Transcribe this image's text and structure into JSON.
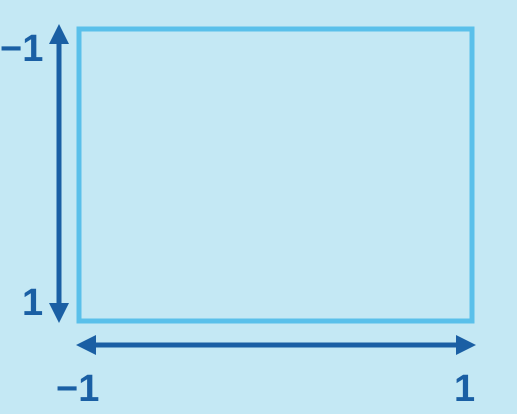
{
  "colors": {
    "background": "#c4e8f4",
    "rectangle_stroke": "#5ac0ea",
    "axis": "#1a5fa4"
  },
  "axes": {
    "y": {
      "top_label": "−1",
      "bottom_label": "1"
    },
    "x": {
      "left_label": "−1",
      "right_label": "1"
    }
  }
}
